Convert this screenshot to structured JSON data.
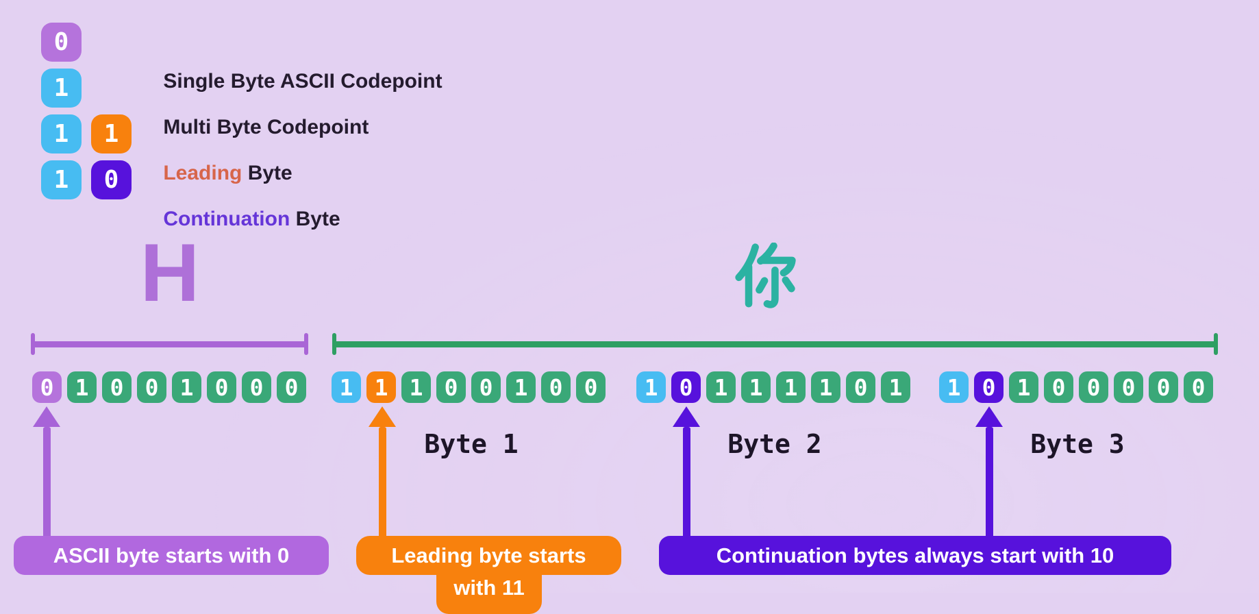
{
  "colors": {
    "background": "#E3D1F2",
    "ascii_purple": "#B573DC",
    "multi_byte_blue": "#47BCF2",
    "leading_orange": "#F8810D",
    "continuation_violet": "#5712DC",
    "bit_green": "#3AA878",
    "bracket_purple": "#A965D6",
    "bracket_green": "#2E9F63",
    "char_h_purple": "#AE70D8",
    "char_ni_teal": "#2BB2A2",
    "text_dark": "#241B2E",
    "leading_label_text": "#D7654A",
    "continuation_label_text": "#6535D8"
  },
  "legend": {
    "rows": [
      {
        "bits": [
          {
            "v": "0",
            "c": "purple"
          }
        ],
        "parts": [
          {
            "t": "Single Byte ASCII Codepoint"
          }
        ]
      },
      {
        "bits": [
          {
            "v": "1",
            "c": "blue"
          }
        ],
        "parts": [
          {
            "t": "Multi Byte Codepoint"
          }
        ]
      },
      {
        "bits": [
          {
            "v": "1",
            "c": "blue"
          },
          {
            "v": "1",
            "c": "orange"
          }
        ],
        "parts": [
          {
            "t": "Leading"
          },
          {
            "t": " Byte"
          }
        ]
      },
      {
        "bits": [
          {
            "v": "1",
            "c": "blue"
          },
          {
            "v": "0",
            "c": "violet"
          }
        ],
        "parts": [
          {
            "t": "Continuation"
          },
          {
            "t": " Byte"
          }
        ]
      }
    ]
  },
  "characters": {
    "ascii_char": "H",
    "multi_char": "你"
  },
  "bytes": {
    "groups": [
      {
        "bits": [
          {
            "v": "0",
            "c": "purple"
          },
          {
            "v": "1",
            "c": "green"
          },
          {
            "v": "0",
            "c": "green"
          },
          {
            "v": "0",
            "c": "green"
          },
          {
            "v": "1",
            "c": "green"
          },
          {
            "v": "0",
            "c": "green"
          },
          {
            "v": "0",
            "c": "green"
          },
          {
            "v": "0",
            "c": "green"
          }
        ]
      },
      {
        "bits": [
          {
            "v": "1",
            "c": "blue"
          },
          {
            "v": "1",
            "c": "orange"
          },
          {
            "v": "1",
            "c": "green"
          },
          {
            "v": "0",
            "c": "green"
          },
          {
            "v": "0",
            "c": "green"
          },
          {
            "v": "1",
            "c": "green"
          },
          {
            "v": "0",
            "c": "green"
          },
          {
            "v": "0",
            "c": "green"
          }
        ]
      },
      {
        "bits": [
          {
            "v": "1",
            "c": "blue"
          },
          {
            "v": "0",
            "c": "violet"
          },
          {
            "v": "1",
            "c": "green"
          },
          {
            "v": "1",
            "c": "green"
          },
          {
            "v": "1",
            "c": "green"
          },
          {
            "v": "1",
            "c": "green"
          },
          {
            "v": "0",
            "c": "green"
          },
          {
            "v": "1",
            "c": "green"
          }
        ]
      },
      {
        "bits": [
          {
            "v": "1",
            "c": "blue"
          },
          {
            "v": "0",
            "c": "violet"
          },
          {
            "v": "1",
            "c": "green"
          },
          {
            "v": "0",
            "c": "green"
          },
          {
            "v": "0",
            "c": "green"
          },
          {
            "v": "0",
            "c": "green"
          },
          {
            "v": "0",
            "c": "green"
          },
          {
            "v": "0",
            "c": "green"
          }
        ]
      }
    ],
    "labels": [
      "Byte 1",
      "Byte 2",
      "Byte 3"
    ]
  },
  "callouts": {
    "ascii": "ASCII byte starts with 0",
    "leading_line1": "Leading byte starts",
    "leading_line2": "with 11",
    "continuation": "Continuation bytes always start with 10"
  }
}
